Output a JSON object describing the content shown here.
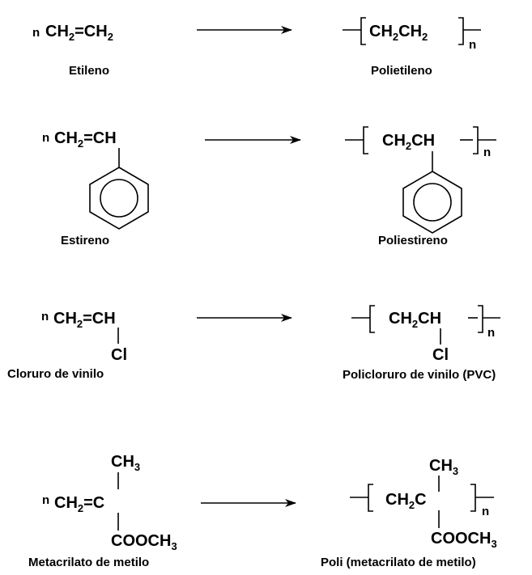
{
  "reactions": [
    {
      "monomer_name": "Etileno",
      "polymer_name": "Polietileno",
      "coefficient": "n",
      "repeat": "n",
      "monomer_formula": {
        "a": "CH",
        "a_sub": "2",
        "b": "=CH",
        "b_sub": "2"
      },
      "polymer_formula": {
        "a": "CH",
        "a_sub": "2",
        "b": "CH",
        "b_sub": "2"
      }
    },
    {
      "monomer_name": "Estireno",
      "polymer_name": "Poliestireno",
      "coefficient": "n",
      "repeat": "n",
      "monomer_formula": {
        "a": "CH",
        "a_sub": "2",
        "b": "=C",
        "c": "H"
      },
      "polymer_formula": {
        "a": "CH",
        "a_sub": "2",
        "b": "C",
        "c": "H"
      },
      "substituent": "phenyl-ring"
    },
    {
      "monomer_name": "Cloruro de vinilo",
      "polymer_name": "Policloruro de vinilo (PVC)",
      "coefficient": "n",
      "repeat": "n",
      "monomer_formula": {
        "a": "CH",
        "a_sub": "2",
        "b": "=C",
        "c": "H"
      },
      "polymer_formula": {
        "a": "CH",
        "a_sub": "2",
        "b": "C",
        "c": "H"
      },
      "substituent": "Cl"
    },
    {
      "monomer_name": "Metacrilato de metilo",
      "polymer_name": "Poli (metacrilato de metilo)",
      "coefficient": "n",
      "repeat": "n",
      "monomer_formula": {
        "a": "CH",
        "a_sub": "2",
        "b": "=C"
      },
      "polymer_formula": {
        "a": "CH",
        "a_sub": "2",
        "b": "C"
      },
      "top_group": {
        "a": "CH",
        "a_sub": "3"
      },
      "bottom_group": {
        "a": "COOCH",
        "a_sub": "3"
      }
    }
  ]
}
